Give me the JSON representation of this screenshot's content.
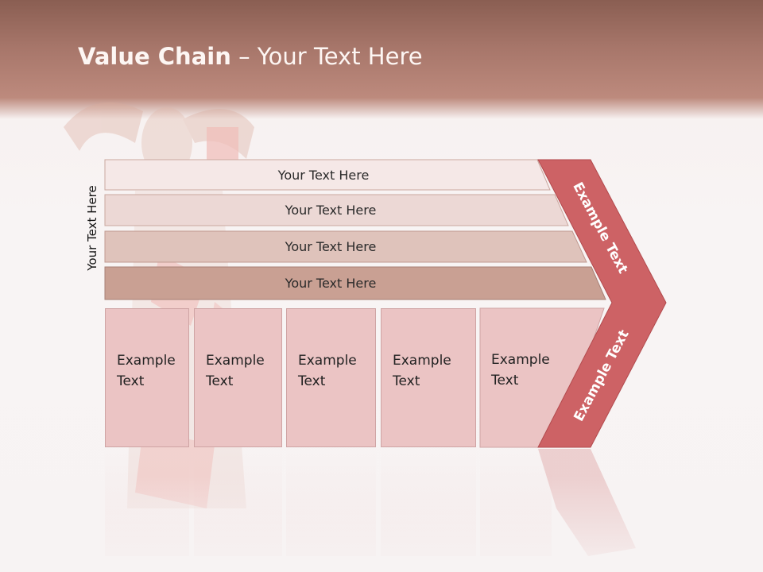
{
  "slide": {
    "title_bold": "Value Chain",
    "title_rest": " – Your Text Here",
    "side_label": "Your Text Here",
    "rows": [
      "Your Text Here",
      "Your Text Here",
      "Your Text Here",
      "Your Text Here"
    ],
    "boxes": [
      [
        "Example",
        "Text"
      ],
      [
        "Example",
        "Text"
      ],
      [
        "Example",
        "Text"
      ],
      [
        "Example",
        "Text"
      ],
      [
        "Example",
        "Text"
      ]
    ],
    "chevron_top": "Example Text",
    "chevron_bottom": "Example Text"
  },
  "colors": {
    "header": "#a7766a",
    "row1": "#f5e8e7",
    "row2": "#ecd8d5",
    "row3": "#dfc3bb",
    "row4": "#c9a093",
    "chevron": "#cd6265",
    "box": "#ebc4c4"
  }
}
